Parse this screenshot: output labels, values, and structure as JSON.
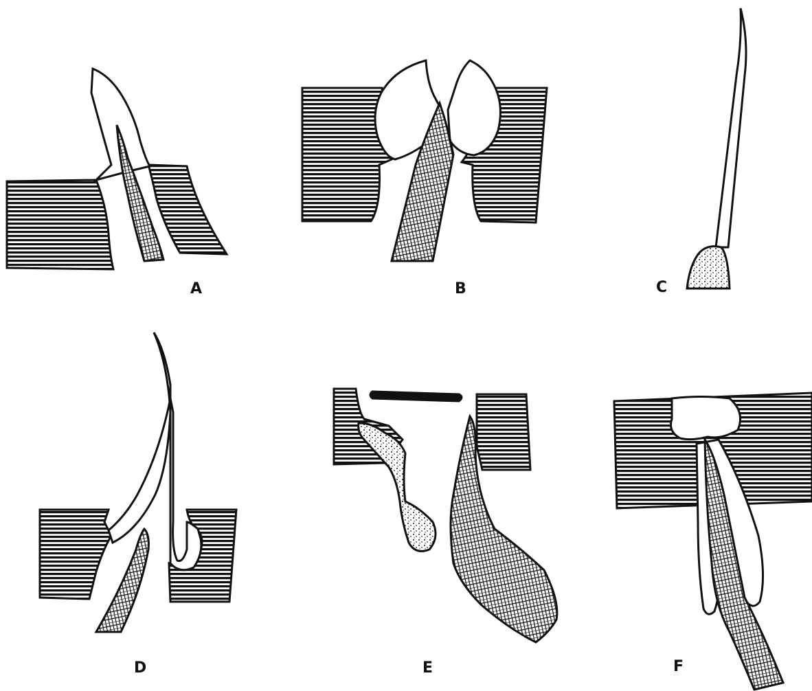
{
  "figure": {
    "colors": {
      "ink": "#111111",
      "background": "#ffffff"
    },
    "panels": [
      {
        "id": "A",
        "label": "A"
      },
      {
        "id": "B",
        "label": "B"
      },
      {
        "id": "C",
        "label": "C"
      },
      {
        "id": "D",
        "label": "D"
      },
      {
        "id": "E",
        "label": "E"
      },
      {
        "id": "F",
        "label": "F"
      }
    ]
  }
}
